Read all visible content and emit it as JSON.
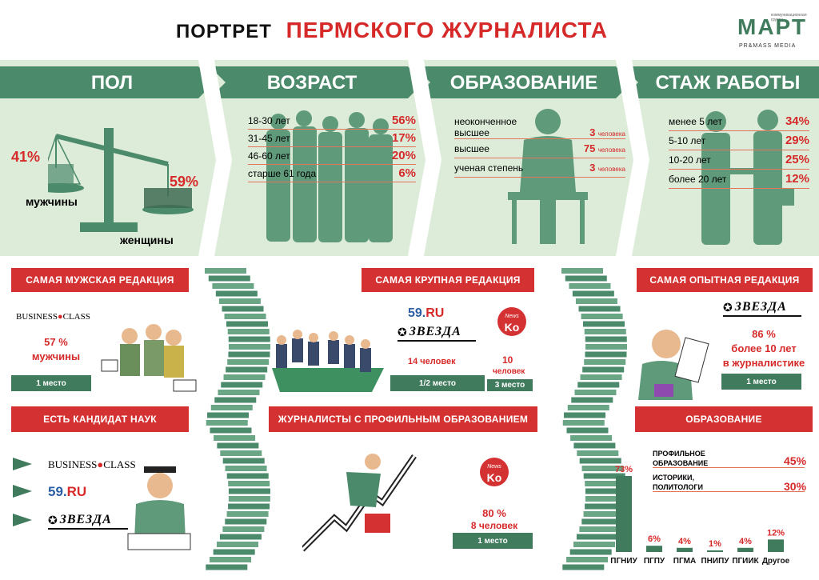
{
  "header": {
    "title_black": "ПОРТРЕТ",
    "title_red": "ПЕРМСКОГО ЖУРНАЛИСТА",
    "logo": "МАРТ",
    "logo_sub": "PR&MASS MEDIA",
    "logo_small": "коммуникационная группа"
  },
  "sections": {
    "gender": "ПОЛ",
    "age": "ВОЗРАСТ",
    "education": "ОБРАЗОВАНИЕ",
    "experience": "СТАЖ РАБОТЫ"
  },
  "gender": {
    "men_pct": "41%",
    "men_label": "мужчины",
    "women_pct": "59%",
    "women_label": "женщины"
  },
  "age": [
    {
      "label": "18-30 лет",
      "value": "56%"
    },
    {
      "label": "31-45 лет",
      "value": "17%"
    },
    {
      "label": "46-60 лет",
      "value": "20%"
    },
    {
      "label": "старше 61 года",
      "value": "6%"
    }
  ],
  "education": {
    "rows": [
      {
        "label": "неоконченное высшее",
        "num": "3",
        "unit": "человека"
      },
      {
        "label": "высшее",
        "num": "75",
        "unit": "человека"
      },
      {
        "label": "ученая степень",
        "num": "3",
        "unit": "человека"
      }
    ]
  },
  "experience": [
    {
      "label": "менее 5 лет",
      "value": "34%"
    },
    {
      "label": "5-10 лет",
      "value": "29%"
    },
    {
      "label": "10-20 лет",
      "value": "25%"
    },
    {
      "label": "более 20 лет",
      "value": "12%"
    }
  ],
  "male": {
    "title": "САМАЯ МУЖСКАЯ РЕДАКЦИЯ",
    "brand": "BUSINESS",
    "brand2": "CLASS",
    "pct": "57 %",
    "label": "мужчины",
    "place": "1 место"
  },
  "largest": {
    "title": "САМАЯ КРУПНАЯ РЕДАКЦИЯ",
    "ru59": "59.",
    "ru59b": "RU",
    "zvezda": "ЗВЕЗДА",
    "news": "News",
    "ko": "Ko",
    "count1": "14 человек",
    "count2a": "10",
    "count2b": "человек",
    "place1": "1/2 место",
    "place2": "3 место"
  },
  "experienced": {
    "title": "САМАЯ ОПЫТНАЯ РЕДАКЦИЯ",
    "zvezda": "ЗВЕЗДА",
    "pct": "86 %",
    "line2": "более 10 лет",
    "line3": "в журналистике",
    "place": "1 место"
  },
  "phd": {
    "title": "ЕСТЬ КАНДИДАТ НАУК",
    "brand": "BUSINESS",
    "brand2": "CLASS",
    "ru59": "59.",
    "ru59b": "RU",
    "zvezda": "ЗВЕЗДА"
  },
  "profile": {
    "title": "ЖУРНАЛИСТЫ С ПРОФИЛЬНЫМ ОБРАЗОВАНИЕМ",
    "news": "News",
    "ko": "Ko",
    "pct": "80 %",
    "count": "8 человек",
    "place": "1 место"
  },
  "edu": {
    "title": "ОБРАЗОВАНИЕ",
    "row1a": "ПРОФИЛЬНОЕ",
    "row1b": "ОБРАЗОВАНИЕ",
    "row1v": "45%",
    "row2a": "ИСТОРИКИ,",
    "row2b": "ПОЛИТОЛОГИ",
    "row2v": "30%"
  },
  "chart_data": {
    "type": "bar",
    "categories": [
      "ПГНИУ",
      "ПГПУ",
      "ПГМА",
      "ПНИПУ",
      "ПГИИК",
      "Другое"
    ],
    "values": [
      73,
      6,
      4,
      1,
      4,
      12
    ],
    "labels": [
      "73%",
      "6%",
      "4%",
      "1%",
      "4%",
      "12%"
    ]
  },
  "colors": {
    "green": "#4b8a6b",
    "pale": "#dcecd9",
    "red": "#d43232",
    "dark": "#3f7b5c"
  }
}
